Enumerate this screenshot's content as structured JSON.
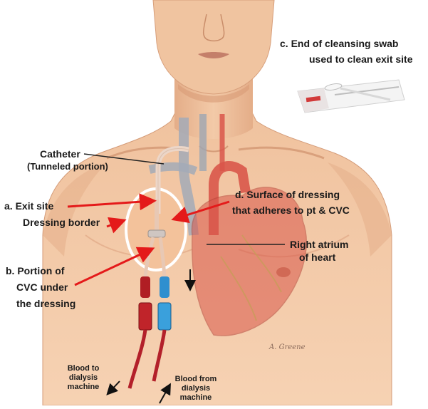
{
  "labels": {
    "catheter": "Catheter",
    "tunneled": "(Tunneled portion)",
    "exit_site": "a. Exit site",
    "dressing_border": "Dressing border",
    "portion_line1": "b. Portion of",
    "portion_line2": "CVC under",
    "portion_line3": "the dressing",
    "surface_line1": "d. Surface of dressing",
    "surface_line2": "that adheres to pt & CVC",
    "right_atrium_line1": "Right atrium",
    "right_atrium_line2": "of heart",
    "swab_line1": "c.   End of cleansing swab",
    "swab_line2": "used to clean exit site",
    "blood_to_line1": "Blood to",
    "blood_to_line2": "dialysis",
    "blood_to_line3": "machine",
    "blood_from_line1": "Blood from",
    "blood_from_line2": "dialysis",
    "blood_from_line3": "machine",
    "signature": "A. Greene"
  },
  "colors": {
    "skin": "#f2c7a2",
    "skin_shadow": "#e2aa84",
    "heart": "#c94a3c",
    "artery": "#d9564a",
    "vein": "#9aa4b4",
    "catheter": "#ecd6c8",
    "red_lumen": "#b01e24",
    "blue_lumen": "#2f8fcf",
    "arrow_red": "#e41a1a",
    "dressing_outline": "#ffffff"
  }
}
